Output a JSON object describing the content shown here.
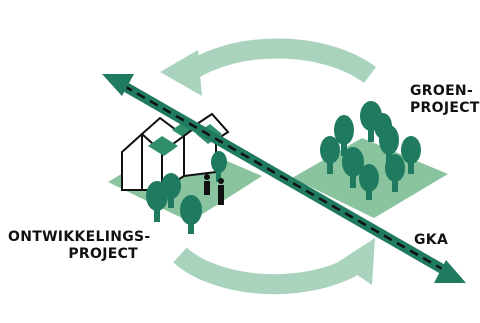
{
  "labels": {
    "groen_line1": "GROEN-",
    "groen_line2": "PROJECT",
    "ontw_line1": "ONTWIKKELINGS-",
    "ontw_line2": "PROJECT",
    "gka": "GKA"
  },
  "colors": {
    "dark_green": "#1f7a60",
    "mid_green": "#2f8f6a",
    "light_green": "#a9d3bd",
    "ground": "#8ac49e",
    "text": "#111111"
  }
}
